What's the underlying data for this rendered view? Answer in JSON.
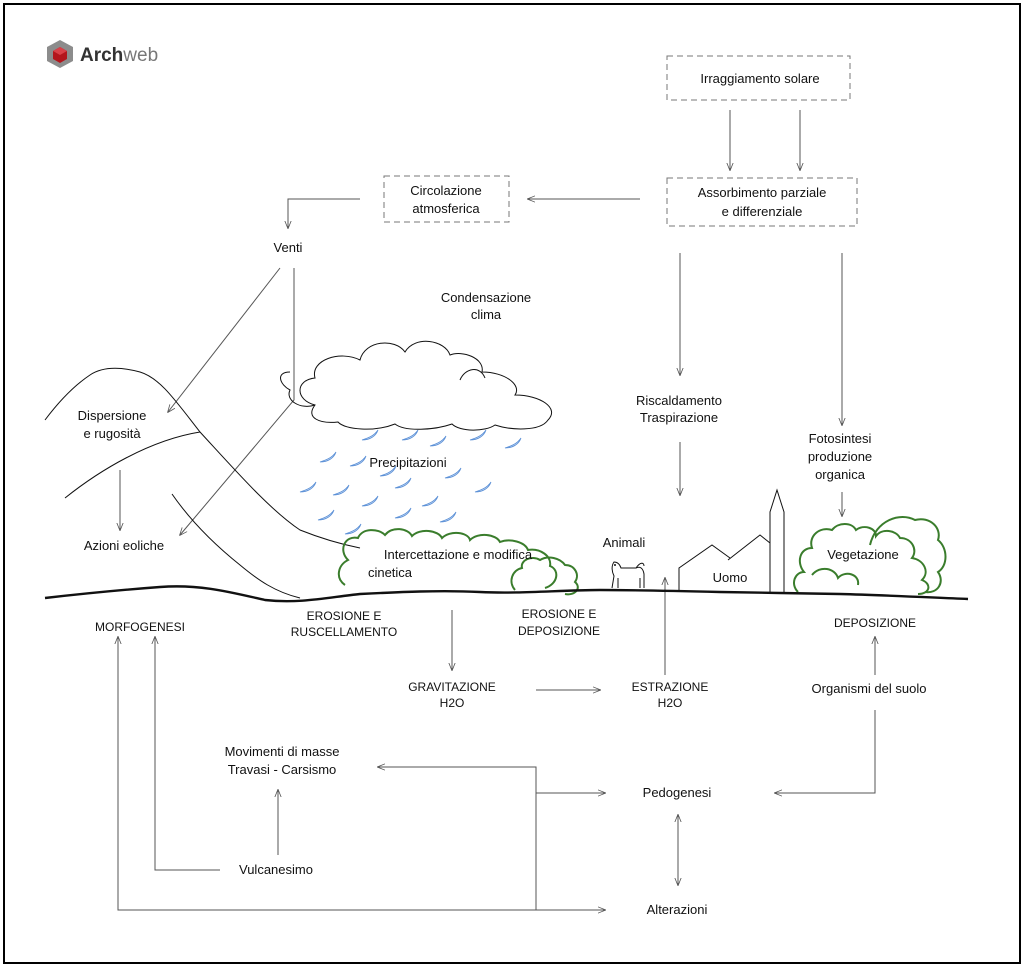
{
  "logo": {
    "text_bold": "Arch",
    "text_light": "web",
    "icon": "hexagon-cube-icon"
  },
  "labels": {
    "irraggiamento": "Irraggiamento solare",
    "circolazione_1": "Circolazione",
    "circolazione_2": "atmosferica",
    "assorbimento_1": "Assorbimento parziale",
    "assorbimento_2": "e differenziale",
    "venti": "Venti",
    "condensazione_1": "Condensazione",
    "condensazione_2": "clima",
    "dispersione_1": "Dispersione",
    "dispersione_2": "e rugosità",
    "precipitazioni": "Precipitazioni",
    "riscaldamento_1": "Riscaldamento",
    "riscaldamento_2": "Traspirazione",
    "fotosintesi_1": "Fotosintesi",
    "fotosintesi_2": "produzione",
    "fotosintesi_3": "organica",
    "azioni_eoliche": "Azioni eoliche",
    "intercettazione_1": "Intercettazione e modifica",
    "intercettazione_2": "cinetica",
    "animali": "Animali",
    "uomo": "Uomo",
    "vegetazione": "Vegetazione",
    "morfogenesi": "MORFOGENESI",
    "erosione_rusc_1": "EROSIONE E",
    "erosione_rusc_2": "RUSCELLAMENTO",
    "erosione_dep_1": "EROSIONE E",
    "erosione_dep_2": "DEPOSIZIONE",
    "deposizione": "DEPOSIZIONE",
    "gravitazione_1": "GRAVITAZIONE",
    "gravitazione_2": "H2O",
    "estrazione_1": "ESTRAZIONE",
    "estrazione_2": "H2O",
    "organismi": "Organismi del suolo",
    "movimenti_1": "Movimenti di masse",
    "movimenti_2": "Travasi - Carsismo",
    "pedogenesi": "Pedogenesi",
    "vulcanesimo": "Vulcanesimo",
    "alterazioni": "Alterazioni"
  },
  "colors": {
    "vegetation": "#3a7d2c",
    "rain": "#5a8fd6",
    "logo_red": "#b3151c",
    "logo_grey": "#8c8c8c"
  }
}
